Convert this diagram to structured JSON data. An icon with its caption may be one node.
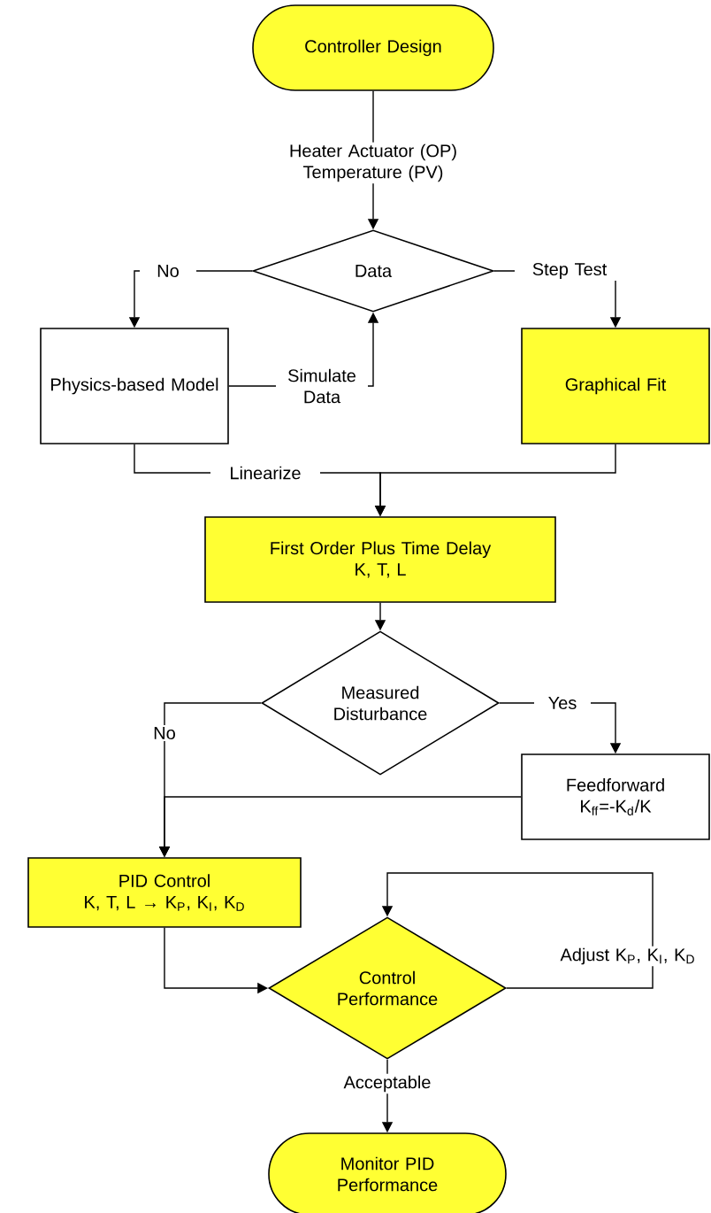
{
  "diagram": {
    "nodes": [
      {
        "text": [
          "Controller Design"
        ]
      },
      {
        "text": [
          "Data"
        ]
      },
      {
        "text": [
          "Physics-based Model"
        ]
      },
      {
        "text": [
          "Graphical Fit"
        ]
      },
      {
        "text": [
          "First Order Plus Time Delay",
          "K, T, L"
        ]
      },
      {
        "text": [
          "Measured Disturbance"
        ]
      },
      {
        "text": [
          "Feedforward",
          "K$_{ff}$=-K$_{d}$/K"
        ]
      },
      {
        "text": [
          "PID Control",
          "K, T, L → K$_{P}$, K$_{I}$, K$_{D}$"
        ]
      },
      {
        "text": [
          "Control Performance"
        ]
      },
      {
        "text": [
          "Monitor PID Performance"
        ]
      }
    ],
    "edges": [
      {
        "from": 0,
        "to": 1,
        "arrow": "to",
        "label": "Heater Actuator (OP) Temperature (PV)"
      },
      {
        "from": 1,
        "to": 2,
        "arrow": "to",
        "label": "No"
      },
      {
        "from": 1,
        "to": 3,
        "arrow": "to",
        "label": "Step Test"
      },
      {
        "from": 2,
        "to": 1,
        "arrow": "to",
        "label": "Simulate Data"
      },
      {
        "from": 2,
        "to": 4,
        "arrow": "to",
        "label": "Linearize"
      },
      {
        "from": 3,
        "to": 4,
        "arrow": "to"
      },
      {
        "from": 4,
        "to": 5,
        "arrow": "to"
      },
      {
        "from": 5,
        "to": 6,
        "arrow": "to",
        "label": "Yes"
      },
      {
        "from": 5,
        "to": 7,
        "arrow": "to",
        "label": "No"
      },
      {
        "from": 6,
        "to": 7,
        "arrow": "to"
      },
      {
        "from": 7,
        "to": 8,
        "arrow": "to"
      },
      {
        "from": 8,
        "to": 8,
        "arrow": "to",
        "label": "Adjust K$_{P}$, K$_{I}$, K$_{D}$"
      },
      {
        "from": 8,
        "to": 9,
        "arrow": "to",
        "label": "Acceptable"
      }
    ]
  }
}
